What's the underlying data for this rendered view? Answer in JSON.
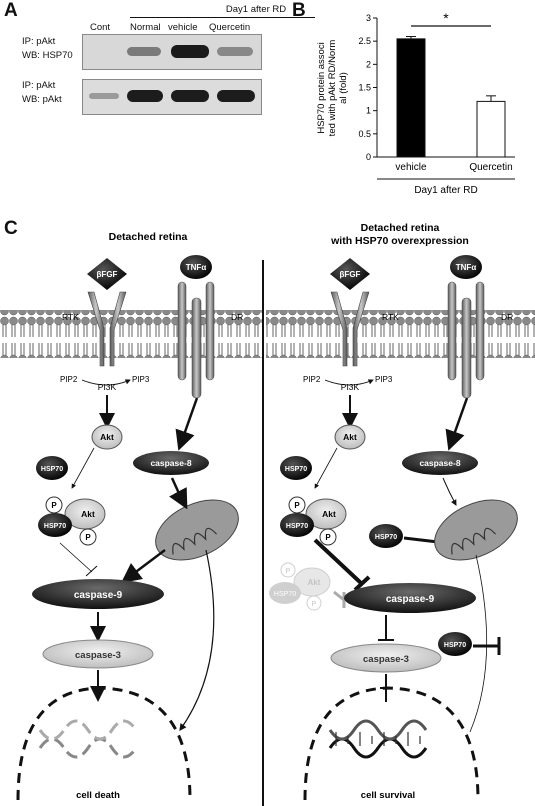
{
  "panel_a": {
    "letter": "A",
    "group_header": "Day1 after RD",
    "lanes": [
      "Cont",
      "Normal",
      "vehicle",
      "Quercetin"
    ],
    "blot1_ip": "IP: pAkt",
    "blot1_wb": "WB: HSP70",
    "blot2_ip": "IP: pAkt",
    "blot2_wb": "WB: pAkt"
  },
  "panel_b": {
    "letter": "B",
    "significance": "*",
    "group_label": "Day1 after RD"
  },
  "chart_data": {
    "type": "bar",
    "categories": [
      "vehicle",
      "Quercetin"
    ],
    "values": [
      2.55,
      1.2
    ],
    "errors": [
      0.05,
      0.12
    ],
    "colors": [
      "#000000",
      "#ffffff"
    ],
    "ylabel": "HSP70 protein associated with pAkt RD/Normal (fold)",
    "ylim": [
      0,
      3
    ],
    "yticks": [
      "0",
      "0.5",
      "1",
      "1.5",
      "2",
      "2.5",
      "3"
    ]
  },
  "panel_c": {
    "letter": "C",
    "left": {
      "title": "Detached retina",
      "bfgf": "βFGF",
      "tnf": "TNFα",
      "rtk": "RTK",
      "dr": "DR",
      "pip2": "PIP2",
      "pip3": "PIP3",
      "pi3k": "PI3K",
      "akt": "Akt",
      "hsp": "HSP70",
      "p": "P",
      "akt2": "Akt",
      "caspase8": "caspase-8",
      "caspase9": "caspase-9",
      "caspase3": "caspase-3",
      "outcome": "cell death"
    },
    "right": {
      "title_line1": "Detached retina",
      "title_line2": "with HSP70 overexpression",
      "bfgf": "βFGF",
      "tnf": "TNFα",
      "rtk": "RTK",
      "dr": "DR",
      "pip2": "PIP2",
      "pip3": "PIP3",
      "pi3k": "PI3K",
      "akt": "Akt",
      "hsp": "HSP70",
      "p": "P",
      "akt2": "Akt",
      "caspase8": "caspase-8",
      "caspase9": "caspase-9",
      "caspase3": "caspase-3",
      "outcome": "cell survival"
    }
  }
}
